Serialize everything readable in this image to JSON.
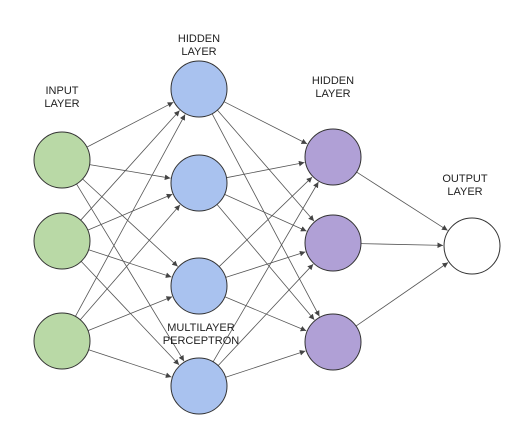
{
  "diagram": {
    "labels": {
      "input_line1": "INPUT",
      "input_line2": "LAYER",
      "hidden1_line1": "HIDDEN",
      "hidden1_line2": "LAYER",
      "hidden2_line1": "HIDDEN",
      "hidden2_line2": "LAYER",
      "output_line1": "OUTPUT",
      "output_line2": "LAYER",
      "caption_line1": "MULTILAYER",
      "caption_line2": "PERCEPTRON"
    },
    "layers": [
      {
        "name": "input",
        "nodes": 3,
        "color": "#b9d9a6"
      },
      {
        "name": "hidden-1",
        "nodes": 4,
        "color": "#a9c2ef"
      },
      {
        "name": "hidden-2",
        "nodes": 3,
        "color": "#b0a0d6"
      },
      {
        "name": "output",
        "nodes": 1,
        "color": "#ffffff"
      }
    ],
    "edge_color": "#555555",
    "node_stroke": "#333333"
  }
}
